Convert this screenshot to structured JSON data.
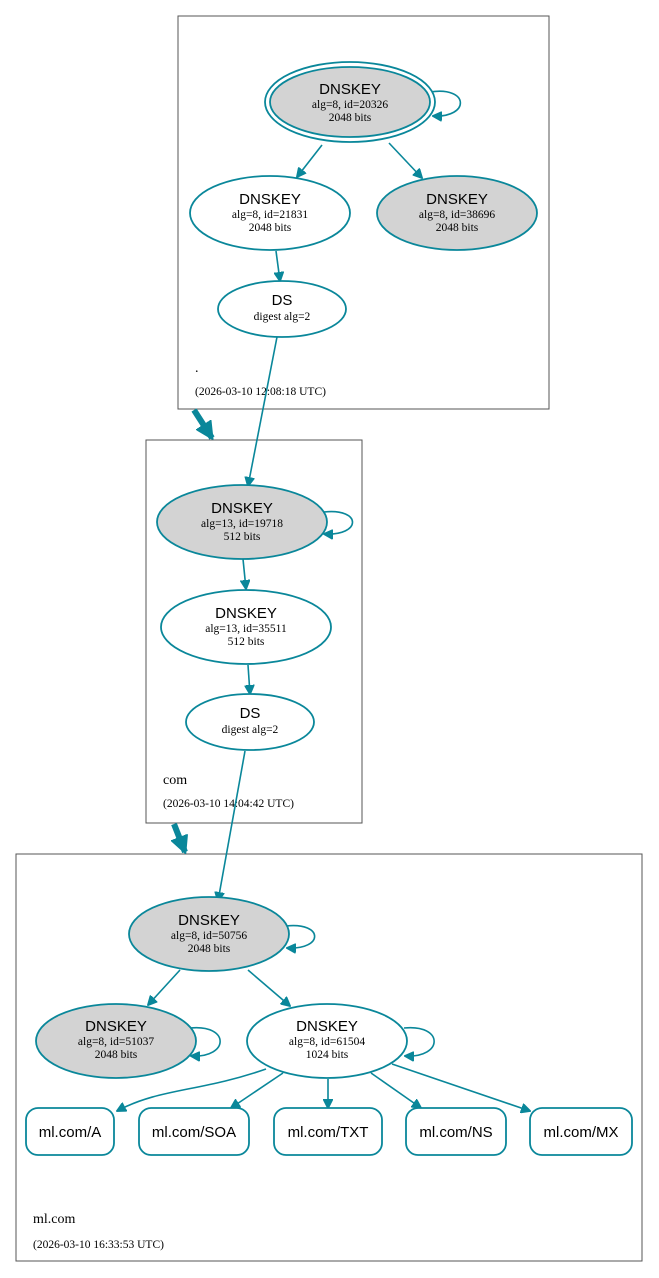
{
  "zones": {
    "root": {
      "name": ".",
      "timestamp": "(2026-03-10 12:08:18 UTC)"
    },
    "com": {
      "name": "com",
      "timestamp": "(2026-03-10 14:04:42 UTC)"
    },
    "mlcom": {
      "name": "ml.com",
      "timestamp": "(2026-03-10 16:33:53 UTC)"
    }
  },
  "nodes": {
    "root_ksk": {
      "title": "DNSKEY",
      "line1": "alg=8, id=20326",
      "line2": "2048 bits"
    },
    "root_zsk": {
      "title": "DNSKEY",
      "line1": "alg=8, id=21831",
      "line2": "2048 bits"
    },
    "root_ksk2": {
      "title": "DNSKEY",
      "line1": "alg=8, id=38696",
      "line2": "2048 bits"
    },
    "root_ds": {
      "title": "DS",
      "line1": "digest alg=2"
    },
    "com_ksk": {
      "title": "DNSKEY",
      "line1": "alg=13, id=19718",
      "line2": "512 bits"
    },
    "com_zsk": {
      "title": "DNSKEY",
      "line1": "alg=13, id=35511",
      "line2": "512 bits"
    },
    "com_ds": {
      "title": "DS",
      "line1": "digest alg=2"
    },
    "ml_ksk": {
      "title": "DNSKEY",
      "line1": "alg=8, id=50756",
      "line2": "2048 bits"
    },
    "ml_ksk2": {
      "title": "DNSKEY",
      "line1": "alg=8, id=51037",
      "line2": "2048 bits"
    },
    "ml_zsk": {
      "title": "DNSKEY",
      "line1": "alg=8, id=61504",
      "line2": "1024 bits"
    }
  },
  "records": [
    "ml.com/A",
    "ml.com/SOA",
    "ml.com/TXT",
    "ml.com/NS",
    "ml.com/MX"
  ],
  "colors": {
    "edge": "#0a879a",
    "ksk_fill": "#d3d3d3",
    "box_border": "#555555"
  }
}
